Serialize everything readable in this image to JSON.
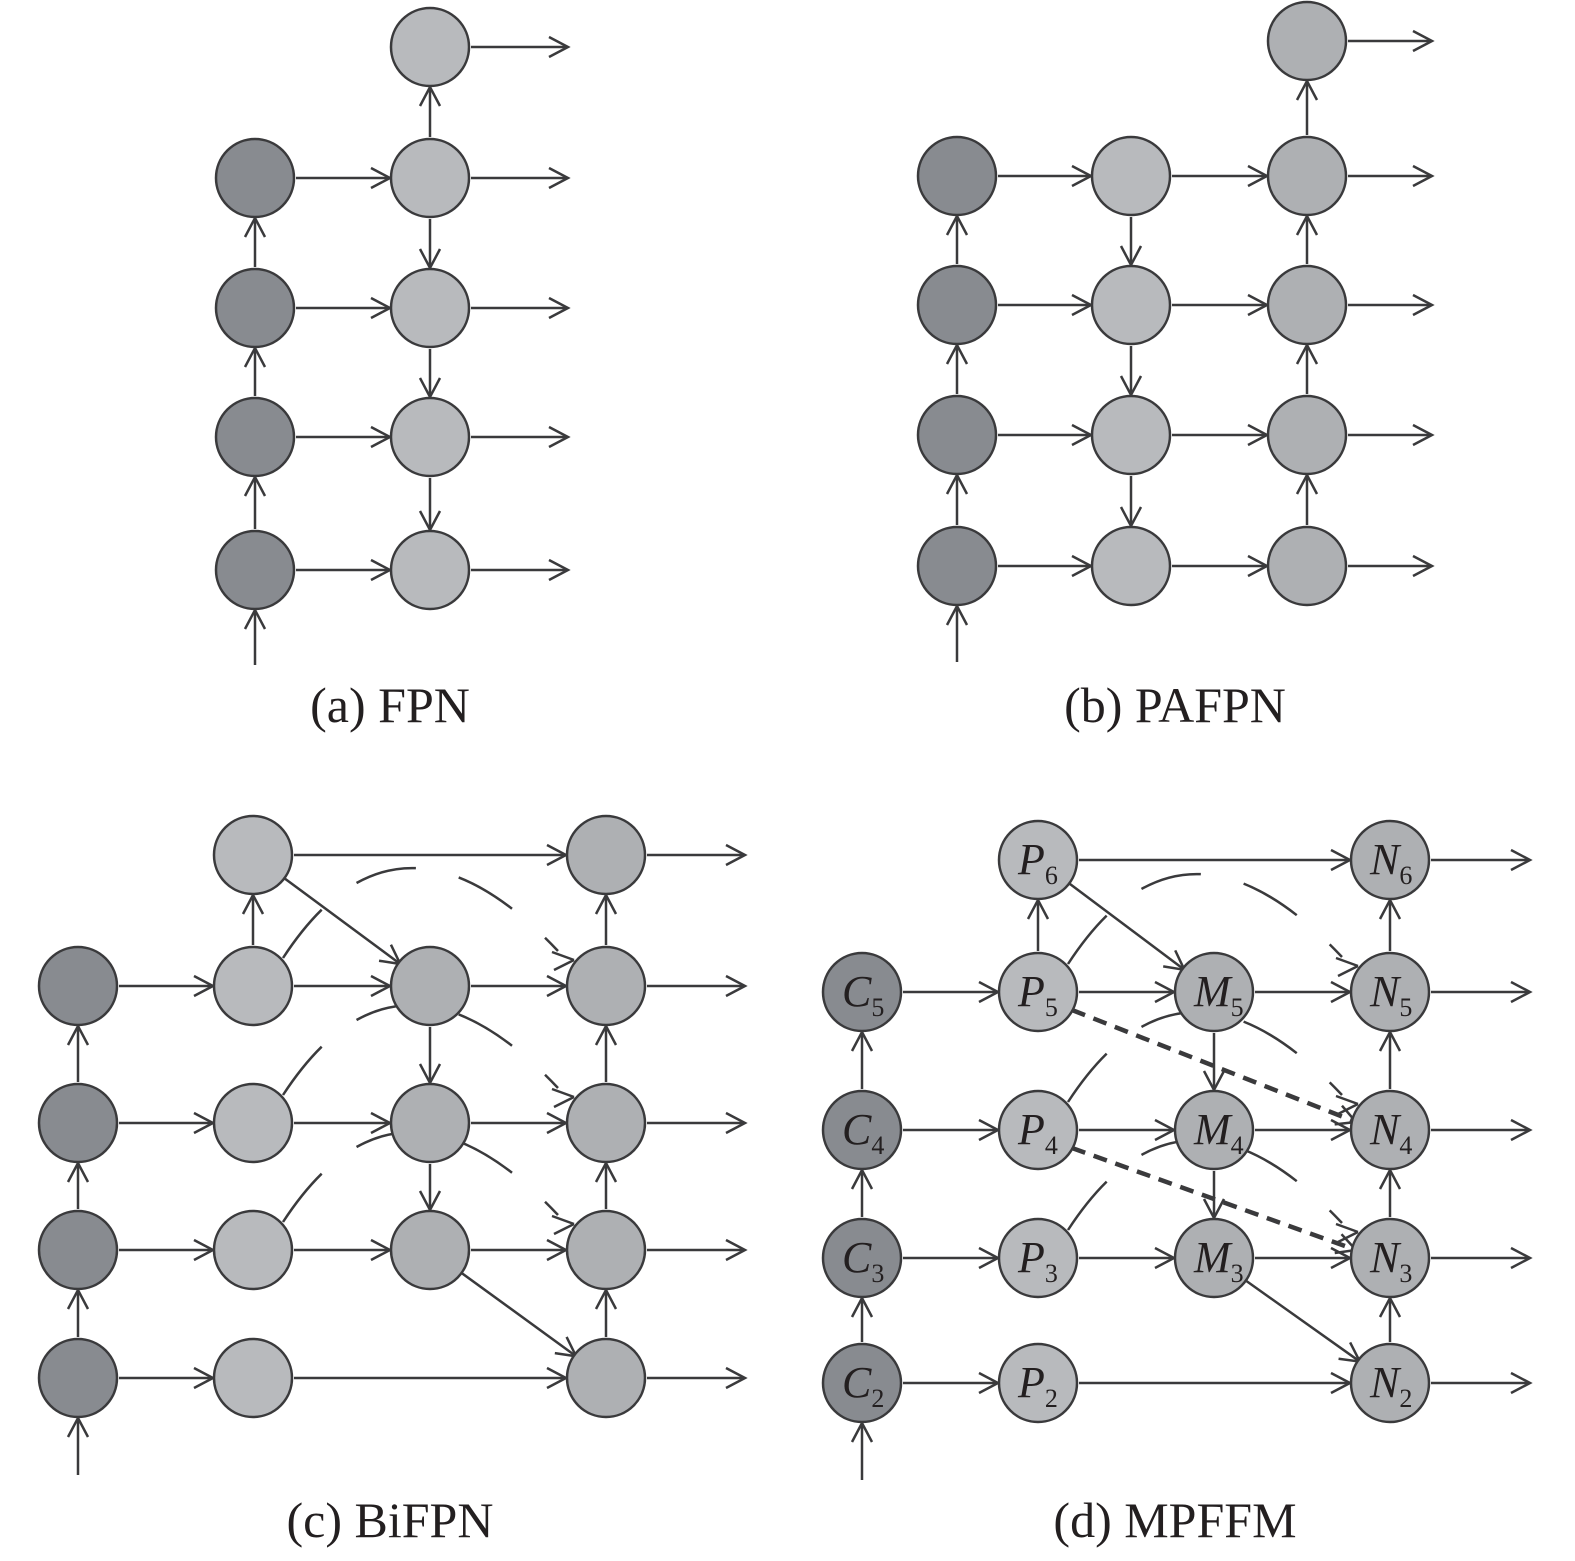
{
  "captions": {
    "a": "(a) FPN",
    "b": "(b) PAFPN",
    "c": "(c) BiFPN",
    "d": "(d) MPFFM"
  },
  "colors": {
    "backbone_node": "#888b90",
    "fpn_node": "#b8babd",
    "output_node": "#aeb0b3",
    "stroke": "#3a3a3c",
    "background": "#ffffff"
  },
  "mpffm_labels": {
    "C5": {
      "letter": "C",
      "sub": "5"
    },
    "C4": {
      "letter": "C",
      "sub": "4"
    },
    "C3": {
      "letter": "C",
      "sub": "3"
    },
    "C2": {
      "letter": "C",
      "sub": "2"
    },
    "P6": {
      "letter": "P",
      "sub": "6"
    },
    "P5": {
      "letter": "P",
      "sub": "5"
    },
    "P4": {
      "letter": "P",
      "sub": "4"
    },
    "P3": {
      "letter": "P",
      "sub": "3"
    },
    "P2": {
      "letter": "P",
      "sub": "2"
    },
    "M5": {
      "letter": "M",
      "sub": "5"
    },
    "M4": {
      "letter": "M",
      "sub": "4"
    },
    "M3": {
      "letter": "M",
      "sub": "3"
    },
    "N6": {
      "letter": "N",
      "sub": "6"
    },
    "N5": {
      "letter": "N",
      "sub": "5"
    },
    "N4": {
      "letter": "N",
      "sub": "4"
    },
    "N3": {
      "letter": "N",
      "sub": "3"
    },
    "N2": {
      "letter": "N",
      "sub": "2"
    }
  }
}
